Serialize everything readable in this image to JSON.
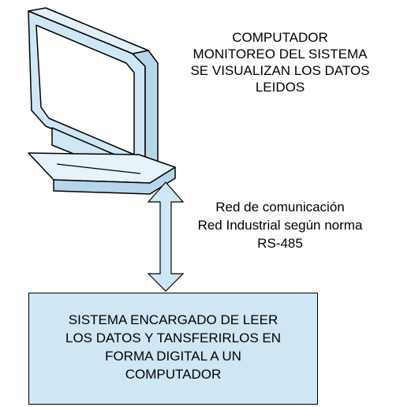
{
  "monitor_caption": {
    "lines": [
      "COMPUTADOR",
      "MONITOREO DEL SISTEMA",
      "SE VISUALIZAN LOS DATOS",
      "LEIDOS"
    ]
  },
  "network_caption": {
    "lines": [
      "Red de comunicación",
      "Red Industrial según norma",
      "RS-485"
    ]
  },
  "system_box": {
    "lines": [
      "SISTEMA ENCARGADO DE LEER",
      "LOS DATOS Y TANSFERIRLOS EN",
      "FORMA DIGITAL A UN",
      "COMPUTADOR"
    ]
  },
  "colors": {
    "monitor_body": "#cfe7f5",
    "system_box_fill": "#cfe7f5",
    "arrow_fill": "#cfe7f5",
    "outline": "#000000"
  },
  "icons": {
    "monitor": "computer-monitor-icon",
    "arrow": "double-headed-arrow-icon"
  }
}
